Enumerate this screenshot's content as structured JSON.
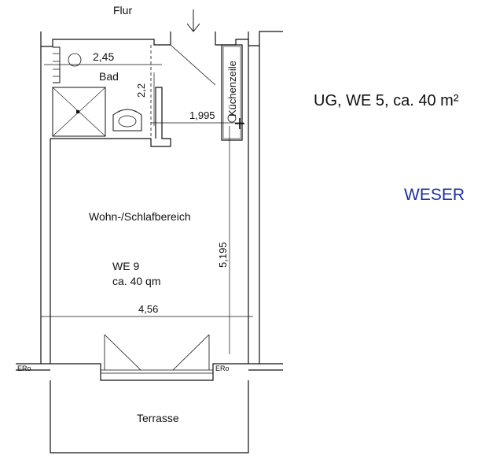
{
  "unit": {
    "heading": "UG, WE 5, ca. 40 m²",
    "name": "WESER",
    "name_color": "#1f2f9f"
  },
  "plan": {
    "labels": {
      "hallway": "Flur",
      "bathroom": "Bad",
      "kitchenette": "Küchenzeile",
      "living_area": "Wohn-/Schlafbereich",
      "apartment_no": "WE 9",
      "apartment_area": "ca. 40 qm",
      "terrace": "Terrasse",
      "sill_left": "ERo",
      "sill_right": "ERo"
    },
    "dimensions": {
      "bath_width": "2,45",
      "bath_depth": "2,2",
      "hall_width": "1,995",
      "room_depth": "5,195",
      "room_width": "4,56"
    }
  }
}
